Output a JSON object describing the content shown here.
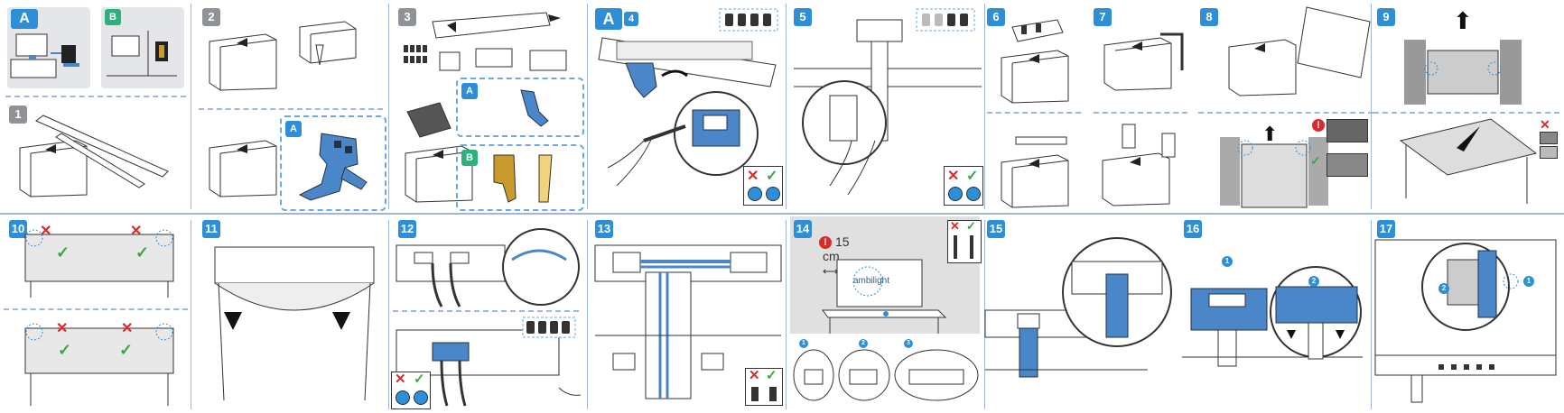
{
  "colors": {
    "accent_blue": "#2f8fd6",
    "option_green": "#2fae7e",
    "separator": "#9fb7d8",
    "part_blue": "#4a86c8",
    "part_gold": "#c99a2e",
    "warn_red": "#d92b2b",
    "ok_green": "#3aa845"
  },
  "top_steps": {
    "option_a": "A",
    "option_b": "B",
    "step1": "1",
    "step2": "2",
    "step2_option": "A",
    "step3": "3",
    "step3_option_a": "A",
    "step3_option_b": "B",
    "step4_option": "A",
    "step4": "4",
    "step5": "5",
    "step6": "6",
    "step7": "7",
    "step8": "8",
    "step9": "9"
  },
  "bottom_steps": {
    "step10": "10",
    "step11": "11",
    "step12": "12",
    "step13": "13",
    "step14": "14",
    "step15": "15",
    "step16": "16",
    "step17": "17"
  },
  "step14": {
    "distance_value": "15",
    "distance_unit": "cm",
    "warn_symbol": "!",
    "brand": "ambilight",
    "marker_1": "1",
    "marker_2": "2",
    "marker_3": "3"
  },
  "step16": {
    "marker_1": "1",
    "marker_2": "2"
  },
  "step17": {
    "marker_1": "1",
    "marker_2": "2"
  },
  "icons": [
    "cross-icon",
    "check-icon",
    "up-arrow-icon",
    "down-arrow-icon",
    "warning-icon",
    "screw-set-icon"
  ]
}
